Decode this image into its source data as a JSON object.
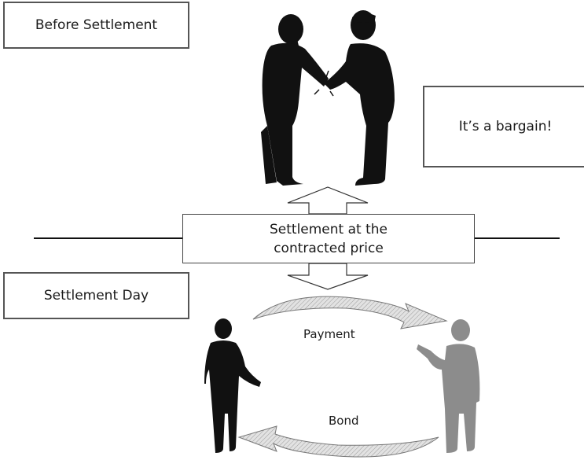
{
  "labels": {
    "before_settlement": "Before Settlement",
    "bargain": "It’s a bargain!",
    "settlement_day": "Settlement Day",
    "settlement_line1": "Settlement at the",
    "settlement_line2": "contracted price",
    "payment": "Payment",
    "bond": "Bond"
  },
  "icons": [
    "handshake-figures",
    "buyer-figure",
    "seller-figure",
    "payment-arrow",
    "bond-arrow"
  ],
  "colors": {
    "silhouette": "#111111",
    "faded_silhouette": "#8c8c8c",
    "arrow_fill": "#cfcfcf",
    "border": "#555555"
  }
}
